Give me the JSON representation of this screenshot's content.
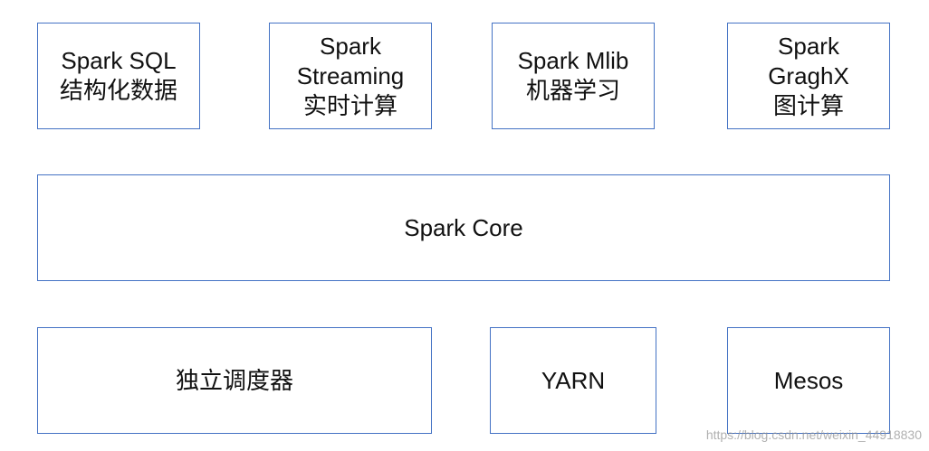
{
  "top_row": {
    "spark_sql": {
      "line1": "Spark SQL",
      "line2": "结构化数据"
    },
    "spark_streaming": {
      "line1": "Spark",
      "line2": "Streaming",
      "line3": "实时计算"
    },
    "spark_mlib": {
      "line1": "Spark Mlib",
      "line2": "机器学习"
    },
    "spark_graphx": {
      "line1": "Spark",
      "line2": "GraghX",
      "line3": "图计算"
    }
  },
  "core": {
    "label": "Spark Core"
  },
  "bottom_row": {
    "standalone": {
      "label": "独立调度器"
    },
    "yarn": {
      "label": "YARN"
    },
    "mesos": {
      "label": "Mesos"
    }
  },
  "watermark": "https://blog.csdn.net/weixin_44918830",
  "colors": {
    "border": "#4472c4",
    "text": "#111111",
    "background": "#ffffff"
  }
}
